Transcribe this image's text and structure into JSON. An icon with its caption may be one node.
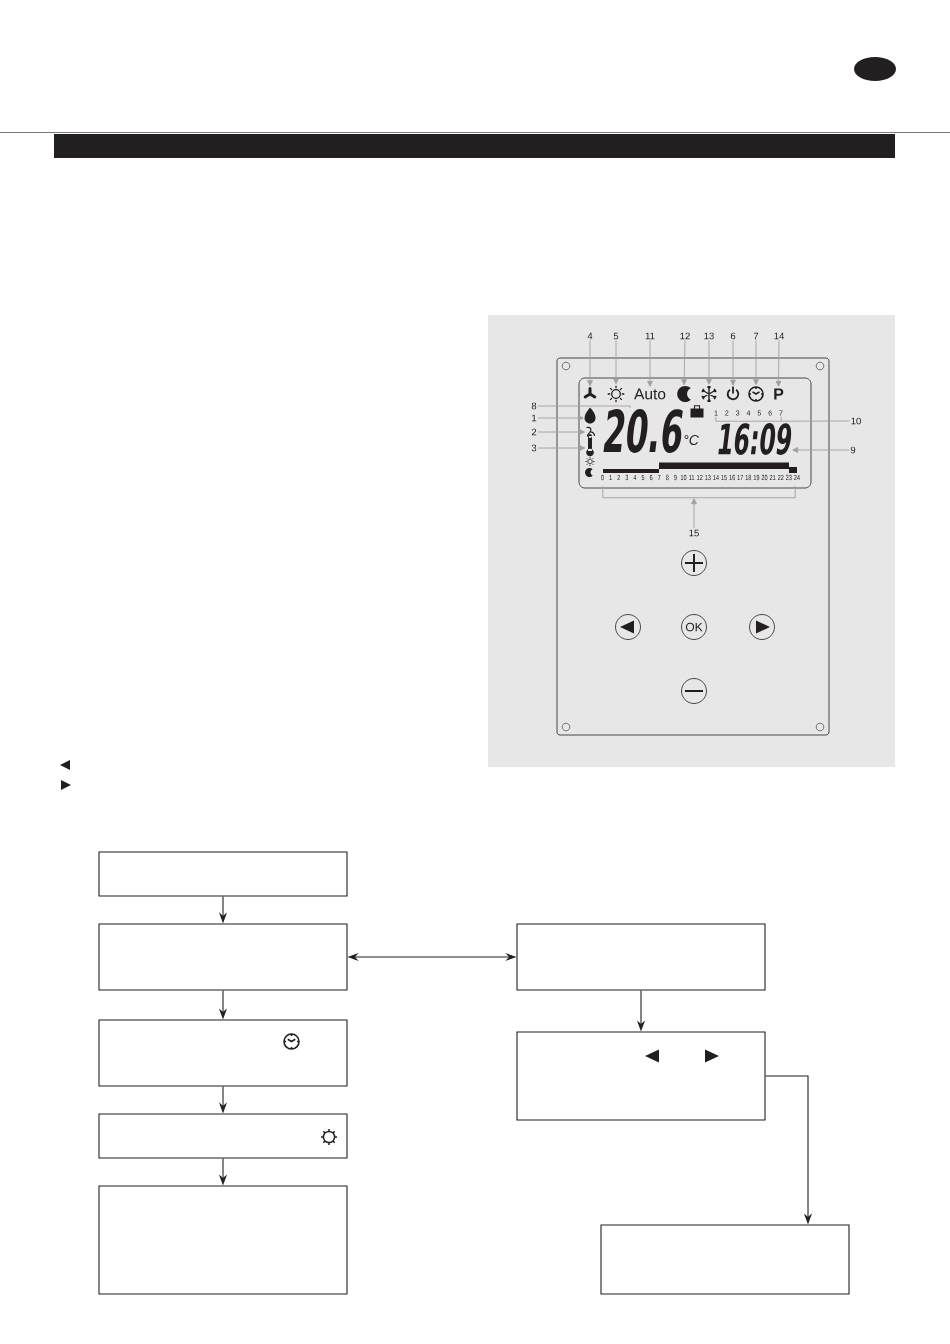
{
  "diagram": {
    "nodes": [
      {
        "text": [
          "4"
        ]
      },
      {
        "text": [
          "5"
        ]
      },
      {
        "text": [
          "11"
        ]
      },
      {
        "text": [
          "12"
        ]
      },
      {
        "text": [
          "13"
        ]
      },
      {
        "text": [
          "6"
        ]
      },
      {
        "text": [
          "7"
        ]
      },
      {
        "text": [
          "14"
        ]
      },
      {
        "text": [
          "8"
        ]
      },
      {
        "text": [
          "1"
        ]
      },
      {
        "text": [
          "2"
        ]
      },
      {
        "text": [
          "3"
        ]
      },
      {
        "text": [
          "10"
        ]
      },
      {
        "text": [
          "9"
        ]
      },
      {
        "text": [
          "15"
        ]
      },
      {
        "text": [],
        "shape": "box"
      },
      {
        "text": [],
        "shape": "picture",
        "in": 15
      },
      {
        "text": [],
        "shape": "picture",
        "in": 15
      },
      {
        "text": [
          "Auto"
        ],
        "in": 15
      },
      {
        "text": [],
        "shape": "picture",
        "in": 15
      },
      {
        "text": [],
        "shape": "picture",
        "in": 15
      },
      {
        "text": [],
        "shape": "picture",
        "in": 15
      },
      {
        "text": [],
        "shape": "picture",
        "in": 15
      },
      {
        "text": [
          "P"
        ],
        "in": 15
      },
      {
        "text": [],
        "shape": "picture",
        "in": 15
      },
      {
        "text": [],
        "shape": "picture",
        "in": 15
      },
      {
        "text": [],
        "shape": "picture",
        "in": 15
      },
      {
        "text": [
          "20.6"
        ],
        "in": 15
      },
      {
        "text": [
          "16:09"
        ],
        "in": 15
      },
      {
        "text": [],
        "shape": "bracket",
        "in": 15
      },
      {
        "text": [],
        "shape": "bracket"
      },
      {
        "text": [],
        "shape": "box"
      },
      {
        "text": [],
        "shape": "box"
      },
      {
        "text": [],
        "shape": "box"
      },
      {
        "text": [],
        "shape": "box"
      },
      {
        "text": [],
        "shape": "box"
      },
      {
        "text": [],
        "shape": "box"
      },
      {
        "text": [],
        "shape": "box"
      },
      {
        "text": [],
        "shape": "box"
      }
    ],
    "edges": [
      {
        "from": 0,
        "to": 16,
        "arrow": "to"
      },
      {
        "from": 1,
        "to": 17,
        "arrow": "to"
      },
      {
        "from": 2,
        "to": 18,
        "arrow": "to"
      },
      {
        "from": 3,
        "to": 19,
        "arrow": "to"
      },
      {
        "from": 4,
        "to": 20,
        "arrow": "to"
      },
      {
        "from": 5,
        "to": 21,
        "arrow": "to"
      },
      {
        "from": 6,
        "to": 22,
        "arrow": "to"
      },
      {
        "from": 7,
        "to": 23,
        "arrow": "to"
      },
      {
        "from": 8,
        "to": 27,
        "arrow": "none"
      },
      {
        "from": 9,
        "to": 24,
        "arrow": "to"
      },
      {
        "from": 10,
        "to": 25,
        "arrow": "to"
      },
      {
        "from": 11,
        "to": 26,
        "arrow": "to"
      },
      {
        "from": 12,
        "to": 29,
        "arrow": "none"
      },
      {
        "from": 13,
        "to": 28,
        "arrow": "to"
      },
      {
        "from": 14,
        "to": 30,
        "arrow": "to"
      },
      {
        "from": 31,
        "to": 32,
        "arrow": "to",
        "color": "#231f20"
      },
      {
        "from": 32,
        "to": 33,
        "arrow": "both",
        "color": "#231f20"
      },
      {
        "from": 32,
        "to": 34,
        "arrow": "to",
        "color": "#231f20"
      },
      {
        "from": 33,
        "to": 35,
        "arrow": "to",
        "color": "#231f20"
      },
      {
        "from": 34,
        "to": 36,
        "arrow": "to",
        "color": "#231f20"
      },
      {
        "from": 35,
        "to": 38,
        "arrow": "to",
        "color": "#231f20"
      },
      {
        "from": 36,
        "to": 37,
        "arrow": "to",
        "color": "#231f20"
      }
    ],
    "labels": [
      "1",
      "2",
      "3",
      "4",
      "5",
      "6",
      "7",
      "°C",
      "0",
      "1",
      "2",
      "3",
      "4",
      "5",
      "6",
      "7",
      "8",
      "9",
      "10",
      "11",
      "12",
      "13",
      "14",
      "15",
      "16",
      "17",
      "18",
      "19",
      "20",
      "21",
      "22",
      "23",
      "24",
      "OK"
    ]
  }
}
